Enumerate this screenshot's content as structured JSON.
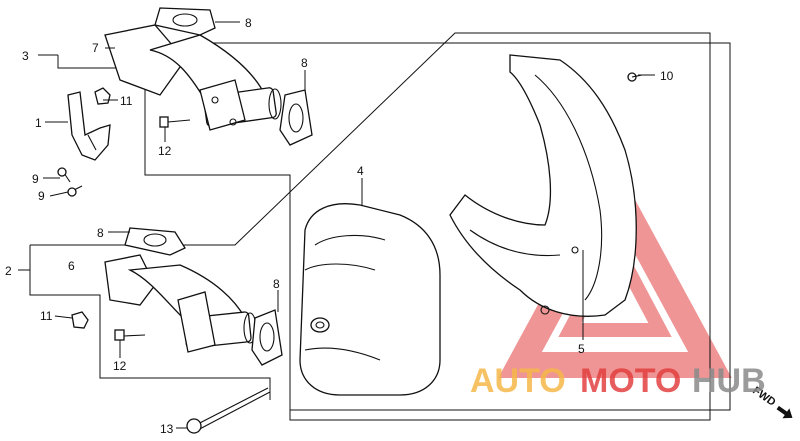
{
  "labels": {
    "p1": "1",
    "p2": "2",
    "p3": "3",
    "p4": "4",
    "p5": "5",
    "p6": "6",
    "p7": "7",
    "p8a": "8",
    "p8b": "8",
    "p8c": "8",
    "p8d": "8",
    "p9a": "9",
    "p9b": "9",
    "p10": "10",
    "p11a": "11",
    "p11b": "11",
    "p12a": "12",
    "p12b": "12",
    "p13": "13"
  },
  "watermark": {
    "part1": "AUTO",
    "part2": "MOTO",
    "part3": "HUB",
    "color_orange": "#f5b84a",
    "color_red": "#e34040",
    "color_gray": "#8a8a8a"
  },
  "direction_marker": "FWD"
}
